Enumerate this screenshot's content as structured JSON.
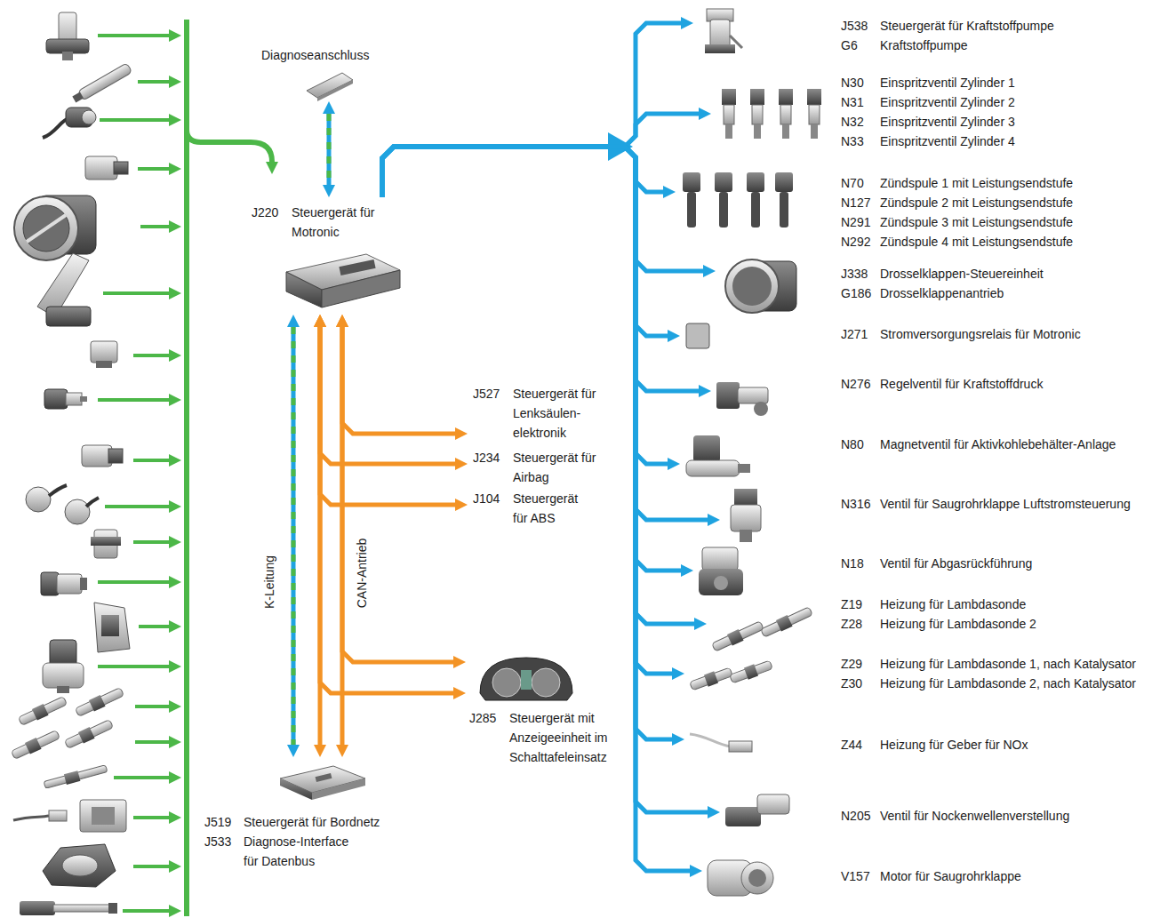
{
  "diagram": {
    "nodes": [
      {
        "text": [
          "Diagnoseanschluss"
        ]
      },
      {
        "text": [
          "J220",
          "Steuergerät für Motronic"
        ]
      },
      {
        "text": [
          "J527",
          "Steuergerät für Lenksäulen- elektronik"
        ]
      },
      {
        "text": [
          "J234",
          "Steuergerät für Airbag"
        ]
      },
      {
        "text": [
          "J104",
          "Steuergerät für ABS"
        ]
      },
      {
        "text": [
          "J285",
          "Steuergerät mit Anzeigeeinheit im Schalttafeleinsatz"
        ]
      },
      {
        "text": [
          "J519",
          "Steuergerät für Bordnetz",
          "J533",
          "Diagnose-Interface für Datenbus"
        ]
      },
      {
        "text": [
          "J538",
          "Steuergerät für Kraftstoffpumpe",
          "G6",
          "Kraftstoffpumpe"
        ]
      },
      {
        "text": [
          "N30",
          "Einspritzventil Zylinder 1",
          "N31",
          "Einspritzventil Zylinder 2",
          "N32",
          "Einspritzventil Zylinder 3",
          "N33",
          "Einspritzventil Zylinder 4"
        ]
      },
      {
        "text": [
          "N70",
          "Zündspule 1 mit Leistungsendstufe",
          "N127",
          "Zündspule 2 mit Leistungsendstufe",
          "N291",
          "Zündspule 3 mit Leistungsendstufe",
          "N292",
          "Zündspule 4 mit Leistungsendstufe"
        ]
      },
      {
        "text": [
          "J338",
          "Drosselklappen-Steuereinheit",
          "G186",
          "Drosselklappenantrieb"
        ]
      },
      {
        "text": [
          "J271",
          "Stromversorgungsrelais für Motronic"
        ]
      },
      {
        "text": [
          "N276",
          "Regelventil für Kraftstoffdruck"
        ]
      },
      {
        "text": [
          "N80",
          "Magnetventil für Aktivkohlebehälter-Anlage"
        ]
      },
      {
        "text": [
          "N316",
          "Ventil für Saugrohrklappe Luftstromsteuerung"
        ]
      },
      {
        "text": [
          "N18",
          "Ventil für Abgasrückführung"
        ]
      },
      {
        "text": [
          "Z19",
          "Heizung für Lambdasonde",
          "Z28",
          "Heizung für Lambdasonde 2"
        ]
      },
      {
        "text": [
          "Z29",
          "Heizung für Lambdasonde 1, nach Katalysator",
          "Z30",
          "Heizung für Lambdasonde 2, nach Katalysator"
        ]
      },
      {
        "text": [
          "Z44",
          "Heizung für Geber für NOx"
        ]
      },
      {
        "text": [
          "N205",
          "Ventil für Nockenwellenverstellung"
        ]
      },
      {
        "text": [
          "V157",
          "Motor für Saugrohrklappe"
        ]
      }
    ],
    "edges": [
      {
        "from": 0,
        "to": 1,
        "arrow": "both"
      },
      {
        "from": 1,
        "to": 7,
        "arrow": "to"
      },
      {
        "from": 1,
        "to": 8,
        "arrow": "to"
      },
      {
        "from": 1,
        "to": 9,
        "arrow": "to"
      },
      {
        "from": 1,
        "to": 10,
        "arrow": "to"
      },
      {
        "from": 1,
        "to": 11,
        "arrow": "to"
      },
      {
        "from": 1,
        "to": 12,
        "arrow": "to"
      },
      {
        "from": 1,
        "to": 13,
        "arrow": "to"
      },
      {
        "from": 1,
        "to": 14,
        "arrow": "to"
      },
      {
        "from": 1,
        "to": 15,
        "arrow": "to"
      },
      {
        "from": 1,
        "to": 16,
        "arrow": "to"
      },
      {
        "from": 1,
        "to": 17,
        "arrow": "to"
      },
      {
        "from": 1,
        "to": 18,
        "arrow": "to"
      },
      {
        "from": 1,
        "to": 19,
        "arrow": "to"
      },
      {
        "from": 1,
        "to": 20,
        "arrow": "to"
      },
      {
        "from": 1,
        "to": 2,
        "arrow": "both"
      },
      {
        "from": 1,
        "to": 3,
        "arrow": "both"
      },
      {
        "from": 1,
        "to": 4,
        "arrow": "both"
      },
      {
        "from": 1,
        "to": 5,
        "arrow": "both"
      },
      {
        "from": 1,
        "to": 5,
        "arrow": "both"
      },
      {
        "from": 1,
        "to": 6,
        "arrow": "both"
      },
      {
        "from": 1,
        "to": 6,
        "arrow": "both"
      },
      {
        "from": 1,
        "to": 6,
        "arrow": "both"
      }
    ],
    "labels": [
      "K-Leitung",
      "CAN-Antrieb"
    ]
  }
}
